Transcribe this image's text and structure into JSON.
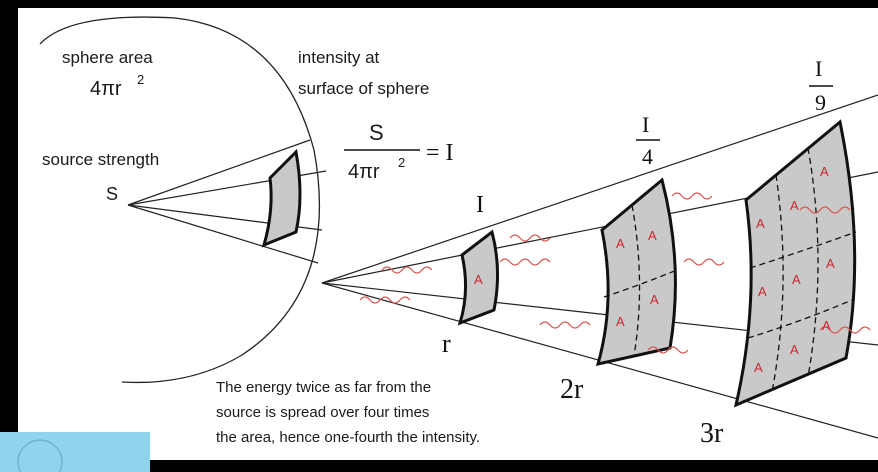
{
  "labels": {
    "sphere_area": "sphere area",
    "sphere_area_formula": "4πr",
    "sphere_area_exp": "2",
    "intensity_line1": "intensity at",
    "intensity_line2": "surface of sphere",
    "source_strength": "source strength",
    "source_symbol": "S",
    "fraction_numerator": "S",
    "fraction_denominator": "4πr",
    "fraction_denominator_exp": "2",
    "equals_I": "= I",
    "intensity_1": "I",
    "intensity_2_num": "I",
    "intensity_2_den": "4",
    "intensity_3_num": "I",
    "intensity_3_den": "9",
    "dist_1": "r",
    "dist_2": "2r",
    "dist_3": "3r",
    "area_cell": "A",
    "caption_line1": "The energy twice as far from the",
    "caption_line2": "source is spread over four times",
    "caption_line3": "the area, hence one-fourth the intensity."
  },
  "colors": {
    "background": "#ffffff",
    "frame": "#000000",
    "patch_fill": "#c9c9c9",
    "wave": "#d9534f",
    "area_label": "#c8292f",
    "badge": "#8fd3ec"
  }
}
